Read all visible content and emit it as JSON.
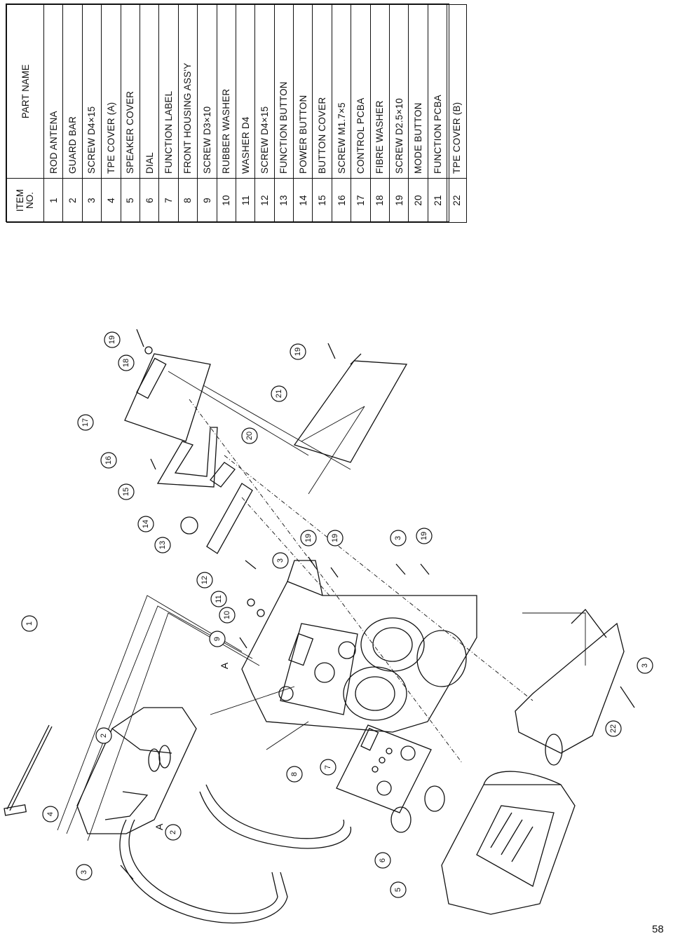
{
  "table": {
    "header_no": "ITEM NO.",
    "header_name": "PART NAME",
    "rows": [
      {
        "no": "1",
        "name": "ROD ANTENA"
      },
      {
        "no": "2",
        "name": "GUARD BAR"
      },
      {
        "no": "3",
        "name": "SCREW D4×15"
      },
      {
        "no": "4",
        "name": "TPE COVER (A)"
      },
      {
        "no": "5",
        "name": "SPEAKER COVER"
      },
      {
        "no": "6",
        "name": "DIAL"
      },
      {
        "no": "7",
        "name": "FUNCTION LABEL"
      },
      {
        "no": "8",
        "name": "FRONT HOUSING  ASS'Y"
      },
      {
        "no": "9",
        "name": "SCREW D3×10"
      },
      {
        "no": "10",
        "name": "RUBBER WASHER"
      },
      {
        "no": "11",
        "name": "WASHER D4"
      },
      {
        "no": "12",
        "name": "SCREW D4×15"
      },
      {
        "no": "13",
        "name": "FUNCTION BUTTON"
      },
      {
        "no": "14",
        "name": "POWER BUTTON"
      },
      {
        "no": "15",
        "name": "BUTTON COVER"
      },
      {
        "no": "16",
        "name": "SCREW M1.7×5"
      },
      {
        "no": "17",
        "name": "CONTROL PCBA"
      },
      {
        "no": "18",
        "name": "FIBRE WASHER"
      },
      {
        "no": "19",
        "name": "SCREW D2.5×10"
      },
      {
        "no": "20",
        "name": "MODE BUTTON"
      },
      {
        "no": "21",
        "name": "FUNCTION PCBA"
      },
      {
        "no": "22",
        "name": "TPE COVER (B)"
      }
    ]
  },
  "diagram": {
    "callouts": [
      "1",
      "2",
      "3",
      "4",
      "5",
      "6",
      "7",
      "8",
      "9",
      "10",
      "11",
      "12",
      "13",
      "14",
      "15",
      "16",
      "17",
      "18",
      "19",
      "20",
      "21",
      "22"
    ],
    "ref_mark": "A"
  },
  "page_number": "58"
}
